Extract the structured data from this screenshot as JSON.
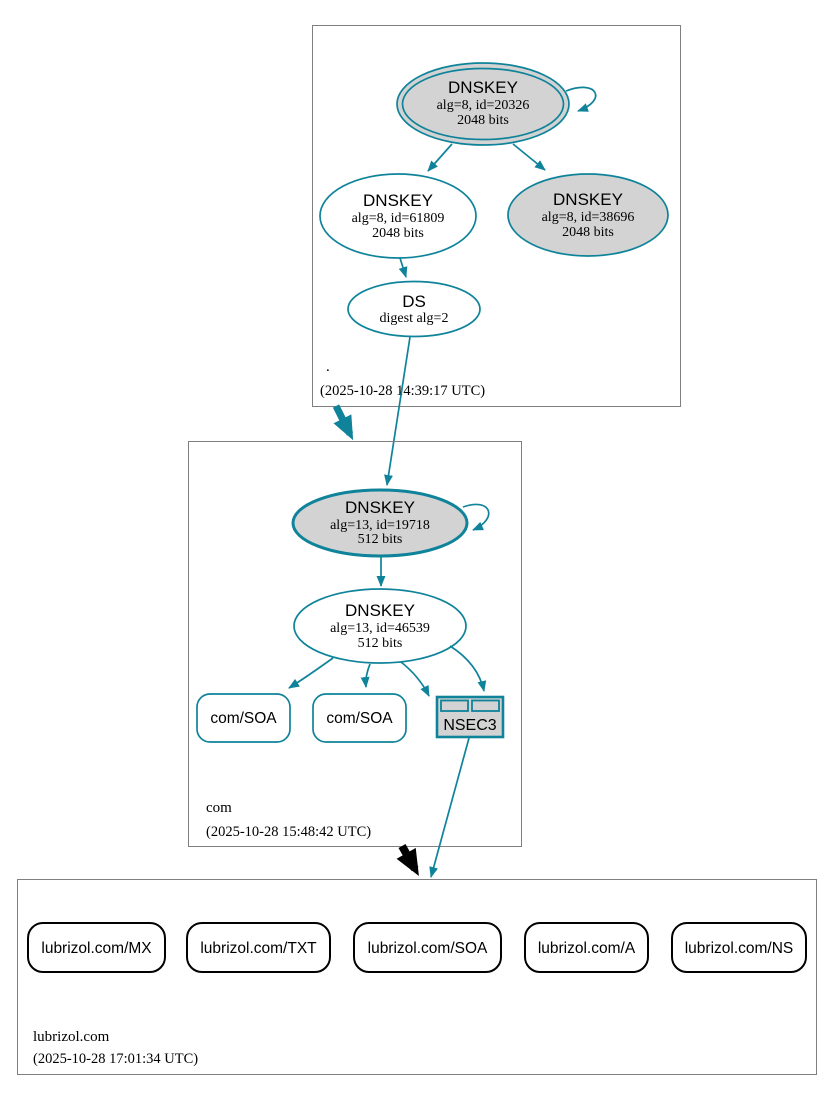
{
  "colors": {
    "secure_edge": "#0f839a",
    "insecure_edge": "#000000",
    "node_fill_gray": "#d3d3d3",
    "node_fill_white": "#ffffff",
    "zone_box_border": "#7f7f7f",
    "rrset_border_black": "#000000"
  },
  "zones": {
    "root": {
      "label": ".",
      "timestamp": "(2025-10-28 14:39:17 UTC)",
      "nodes": {
        "ksk": {
          "title": "DNSKEY",
          "detail": "alg=8, id=20326",
          "size": "2048 bits"
        },
        "zsk": {
          "title": "DNSKEY",
          "detail": "alg=8, id=61809",
          "size": "2048 bits"
        },
        "standby": {
          "title": "DNSKEY",
          "detail": "alg=8, id=38696",
          "size": "2048 bits"
        },
        "ds": {
          "title": "DS",
          "detail": "digest alg=2"
        }
      }
    },
    "com": {
      "label": "com",
      "timestamp": "(2025-10-28 15:48:42 UTC)",
      "nodes": {
        "ksk": {
          "title": "DNSKEY",
          "detail": "alg=13, id=19718",
          "size": "512 bits"
        },
        "zsk": {
          "title": "DNSKEY",
          "detail": "alg=13, id=46539",
          "size": "512 bits"
        },
        "soa1": "com/SOA",
        "soa2": "com/SOA",
        "nsec3": "NSEC3"
      }
    },
    "lubrizol": {
      "label": "lubrizol.com",
      "timestamp": "(2025-10-28 17:01:34 UTC)",
      "rrsets": [
        "lubrizol.com/MX",
        "lubrizol.com/TXT",
        "lubrizol.com/SOA",
        "lubrizol.com/A",
        "lubrizol.com/NS"
      ]
    }
  }
}
